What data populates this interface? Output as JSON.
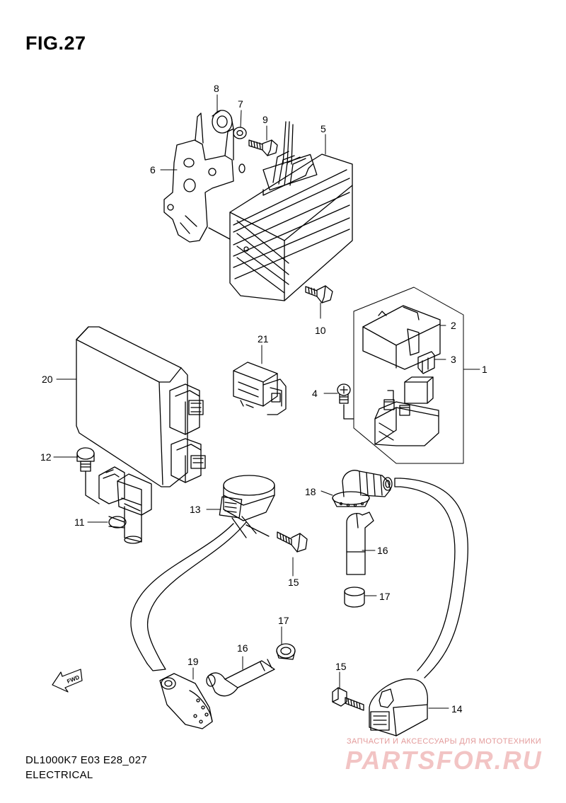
{
  "title": "FIG.27",
  "footer": {
    "model": "DL1000K7 E03 E28_027",
    "section": "ELECTRICAL"
  },
  "watermark": {
    "tagline": "ЗАПЧАСТИ И АКСЕССУАРЫ ДЛЯ МОТОТЕХНИКИ",
    "brand": "PARTSFOR.RU"
  },
  "fwd_label": "FWD",
  "callouts": {
    "c1": "1",
    "c2": "2",
    "c3": "3",
    "c4": "4",
    "c5": "5",
    "c6": "6",
    "c7": "7",
    "c8": "8",
    "c9": "9",
    "c10": "10",
    "c11": "11",
    "c12": "12",
    "c13": "13",
    "c14": "14",
    "c15a": "15",
    "c15b": "15",
    "c16a": "16",
    "c16b": "16",
    "c17a": "17",
    "c17b": "17",
    "c18": "18",
    "c19": "19",
    "c20": "20",
    "c21": "21"
  },
  "colors": {
    "line": "#000000",
    "watermark": "#e06060"
  }
}
